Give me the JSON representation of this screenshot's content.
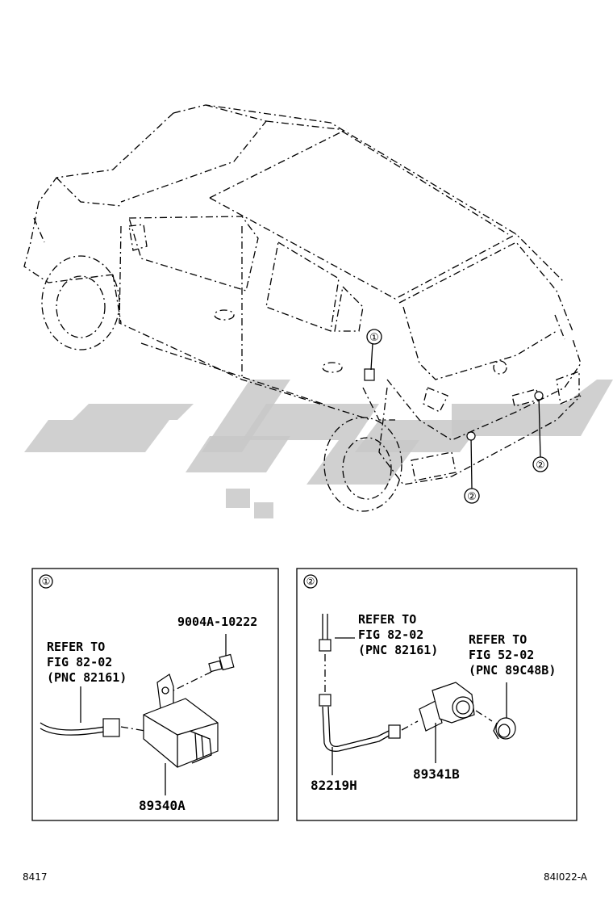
{
  "diagram": {
    "callouts": [
      "①",
      "②",
      "②"
    ],
    "panel1": {
      "tag": "①",
      "ref_lines": [
        "REFER TO",
        "FIG 82-02",
        "(PNC 82161)"
      ],
      "bolt_part": "9004A-10222",
      "module_part": "89340A"
    },
    "panel2": {
      "tag": "②",
      "ref1_lines": [
        "REFER TO",
        "FIG 82-02",
        "(PNC 82161)"
      ],
      "ref2_lines": [
        "REFER TO",
        "FIG 52-02",
        "(PNC 89C48B)"
      ],
      "wire_part": "82219H",
      "sensor_part": "89341B"
    },
    "footer": {
      "left_code": "8417",
      "right_code": "84I022-A"
    }
  }
}
